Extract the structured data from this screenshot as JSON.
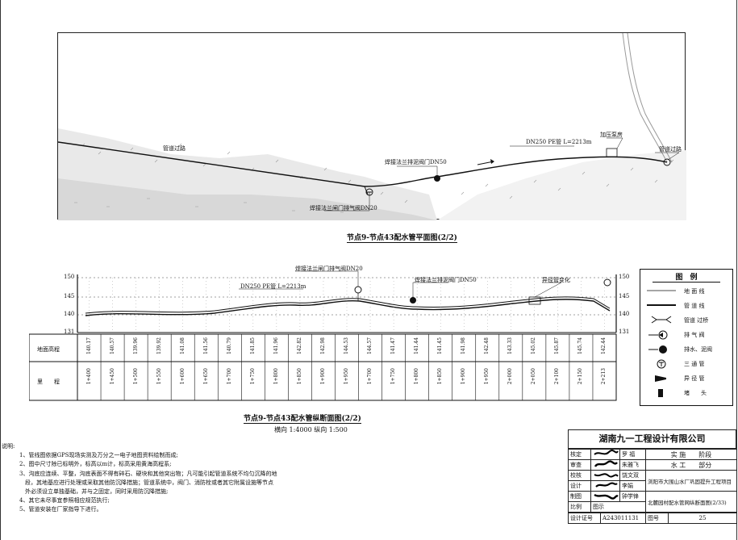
{
  "plan": {
    "title": "节点9-节点43配水管平面图(2/2)",
    "labels": {
      "pipe_spec": "DN250 PE管 L=2213m",
      "valve_label": "焊接法兰排泥阀门DN50",
      "air_valve_label": "焊接法兰闸门排气阀DN20",
      "pump_label": "加压泵房",
      "crossing_left": "管道过路",
      "crossing_right": "管道过路"
    }
  },
  "profile": {
    "title": "节点9-节点43配水管纵断面图(2/2)",
    "scale": "横向 1:4000 纵向 1:500",
    "labels": {
      "pipe_spec": "DN250 PE管 L=2213m",
      "air_valve": "焊接法兰闸门排气阀DN20",
      "drain_valve": "焊接法兰排泥阀门DN50",
      "reducer": "异径管变化"
    },
    "y_ticks": [
      "150",
      "145",
      "140",
      "131"
    ],
    "row_labels": [
      "地面高程",
      "里　　程"
    ],
    "elevations": [
      "140.17",
      "140.57",
      "139.96",
      "139.92",
      "141.08",
      "141.56",
      "140.79",
      "141.85",
      "141.96",
      "142.82",
      "142.98",
      "144.53",
      "144.57",
      "141.47",
      "141.44",
      "141.45",
      "141.98",
      "142.48",
      "143.33",
      "145.02",
      "145.87",
      "145.74",
      "142.44"
    ],
    "chainages": [
      "1+400",
      "1+450",
      "1+500",
      "1+550",
      "1+600",
      "1+650",
      "1+700",
      "1+750",
      "1+800",
      "1+850",
      "1+900",
      "1+950",
      "1+700",
      "1+750",
      "1+800",
      "1+850",
      "1+900",
      "1+950",
      "2+000",
      "2+050",
      "2+100",
      "2+150",
      "2+213"
    ]
  },
  "legend": {
    "title": "图　例",
    "items": [
      {
        "label": "地 面 线",
        "icon": "thin-line"
      },
      {
        "label": "管 道 线",
        "icon": "thick-line"
      },
      {
        "label": "管道 过桥",
        "icon": "bridge"
      },
      {
        "label": "排 气 阀",
        "icon": "air-valve"
      },
      {
        "label": "排水、泥阀",
        "icon": "drain-valve"
      },
      {
        "label": "三 通 管",
        "icon": "tee"
      },
      {
        "label": "异 径 管",
        "icon": "reducer"
      },
      {
        "label": "堵　　头",
        "icon": "plug"
      }
    ]
  },
  "notes": {
    "heading": "说明:",
    "lines": [
      "1、管线图依据GPS现场实测及万分之一电子地图资料绘制而成;",
      "2、图中尺寸除已标明外，标高以m计，标高采用黄海高程系;",
      "3、沟底应连续、平整，沟底表面不得有碎石、硬块和其他突出物；凡可能引起管道系统不均匀沉降的地",
      "　段，其地基应进行处理或采取其他防沉降措施；管道系统中，阀门、消防栓或者其它附属设施等节点",
      "　外必须设立单独基础，并与之固定，同时采用防沉降措施;",
      "4、其它未尽事宜参照相应规范执行;",
      "5、管道安装在厂家指导下进行。"
    ]
  },
  "title_block": {
    "company": "湖南九一工程设计有限公司",
    "rows": [
      {
        "role": "核定",
        "name": "罗 福"
      },
      {
        "role": "审查",
        "name": "朱雅飞"
      },
      {
        "role": "校核",
        "name": "饶文双"
      },
      {
        "role": "设计",
        "name": "李娟"
      },
      {
        "role": "制图",
        "name": "钟学锋"
      },
      {
        "role": "比例",
        "name": "图示"
      }
    ],
    "stage_label": "实 施　　阶段",
    "dept_label": "水 工　　部分",
    "project": "浏阳市大围山水厂巩固提升工程项目",
    "drawing_name": "北麓园村配水管网纵断面图(2/33)",
    "cert_label": "设计证号",
    "cert_no": "A243011131",
    "drawing_no_label": "图号",
    "drawing_no": "25"
  }
}
